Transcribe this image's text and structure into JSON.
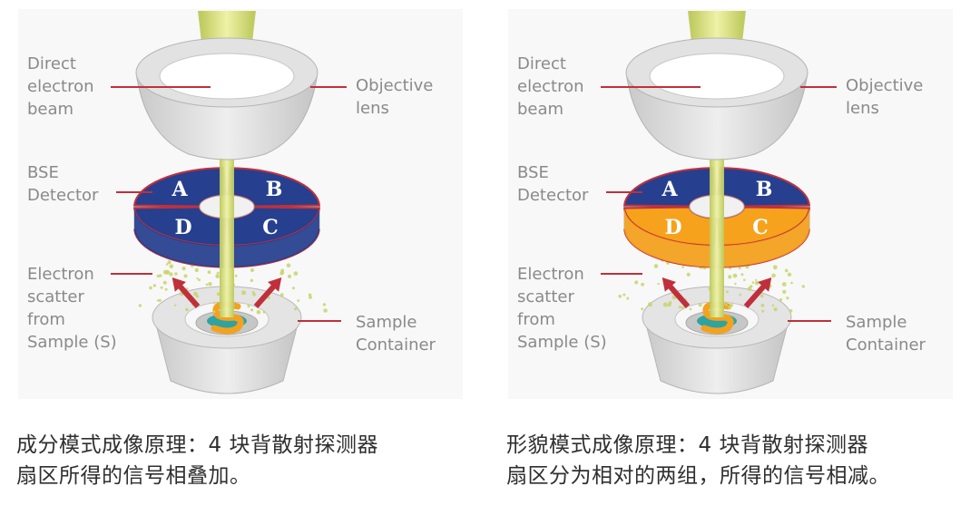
{
  "colors": {
    "accent_red": "#c0303a",
    "segment_blue": "#263f8f",
    "segment_orange": "#f6a21c",
    "beam_yellow": "#d6e07a",
    "label_gray": "#8a8a8a"
  },
  "panels": [
    {
      "labels": {
        "beam": [
          "Direct",
          "electron",
          "beam"
        ],
        "lens": [
          "Objective",
          "lens"
        ],
        "detector": [
          "BSE",
          "Detector"
        ],
        "scatter": [
          "Electron",
          "scatter",
          "from",
          "Sample (S)"
        ],
        "container": [
          "Sample",
          "Container"
        ]
      },
      "segments": [
        {
          "letter": "A",
          "color": "blue"
        },
        {
          "letter": "B",
          "color": "blue"
        },
        {
          "letter": "C",
          "color": "blue"
        },
        {
          "letter": "D",
          "color": "blue"
        }
      ],
      "caption": [
        "成分模式成像原理：4 块背散射探测器",
        "扇区所得的信号相叠加。"
      ]
    },
    {
      "labels": {
        "beam": [
          "Direct",
          "electron",
          "beam"
        ],
        "lens": [
          "Objective",
          "lens"
        ],
        "detector": [
          "BSE",
          "Detector"
        ],
        "scatter": [
          "Electron",
          "scatter",
          "from",
          "Sample (S)"
        ],
        "container": [
          "Sample",
          "Container"
        ]
      },
      "segments": [
        {
          "letter": "A",
          "color": "blue"
        },
        {
          "letter": "B",
          "color": "blue"
        },
        {
          "letter": "C",
          "color": "orange"
        },
        {
          "letter": "D",
          "color": "orange"
        }
      ],
      "caption": [
        "形貌模式成像原理：4 块背散射探测器",
        "扇区分为相对的两组，所得的信号相减。"
      ]
    }
  ]
}
